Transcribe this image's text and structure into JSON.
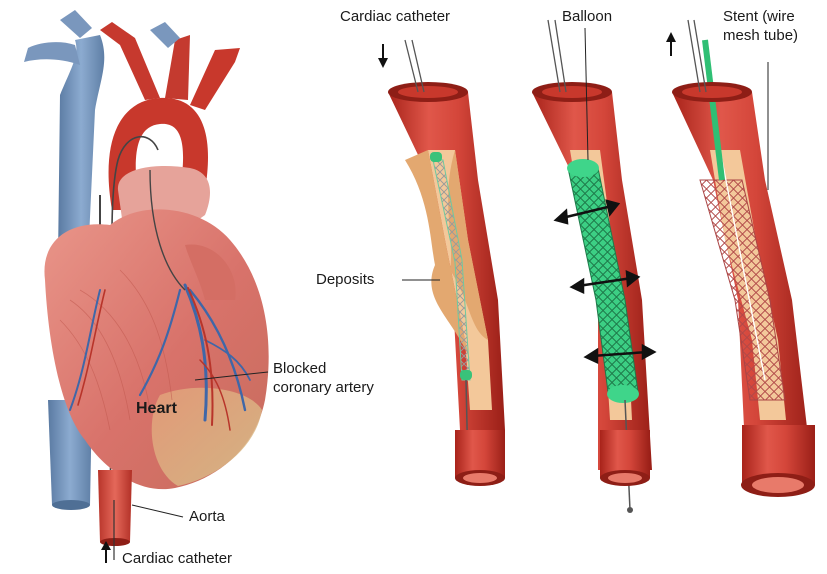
{
  "labels": {
    "cardiac_catheter_top": "Cardiac catheter",
    "balloon": "Balloon",
    "stent_line1": "Stent (wire",
    "stent_line2": "mesh tube)",
    "deposits": "Deposits",
    "blocked_line1": "Blocked",
    "blocked_line2": "coronary artery",
    "heart": "Heart",
    "aorta": "Aorta",
    "cardiac_catheter_bottom": "Cardiac catheter"
  },
  "colors": {
    "artery_red": "#c8382c",
    "artery_dark": "#8e1e16",
    "artery_light": "#e87a6a",
    "vein_blue": "#6f8fb4",
    "heart_pink": "#dd7f72",
    "deposit_tan": "#f1c48e",
    "stent_green": "#39c27a",
    "catheter_gray": "#7a7a7a"
  },
  "icons": [
    "arrow-down-icon",
    "arrow-up-icon",
    "double-arrow-icon"
  ]
}
